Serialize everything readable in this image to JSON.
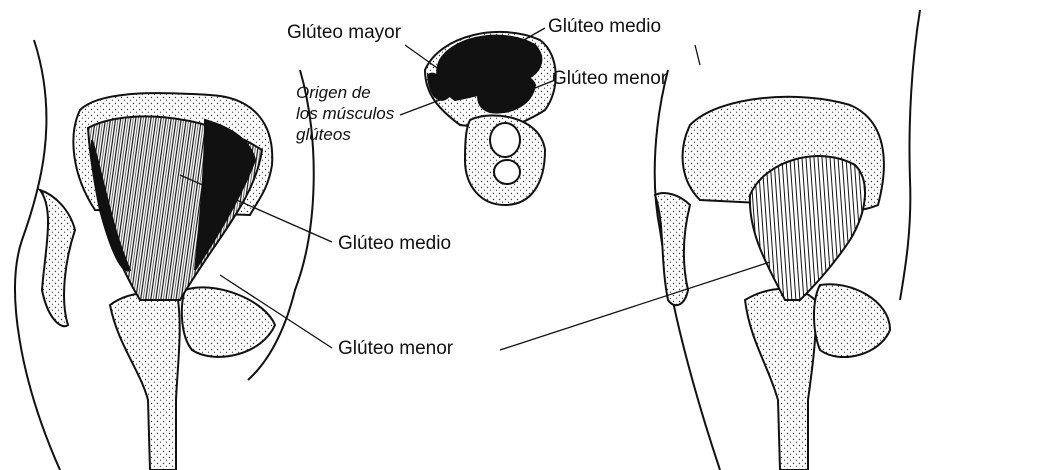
{
  "labels": {
    "top_gluteo_mayor": "Glúteo mayor",
    "top_gluteo_medio": "Glúteo medio",
    "top_gluteo_menor": "Glúteo menor",
    "origen_line1": "Origen de",
    "origen_line2": "los músculos",
    "origen_line3": "glúteos",
    "center_gluteo_medio": "Glúteo medio",
    "center_gluteo_menor": "Glúteo menor"
  },
  "colors": {
    "ink": "#111111",
    "bone_fill": "#f2f2f2",
    "muscle_fill": "#111111",
    "paper": "#ffffff"
  }
}
